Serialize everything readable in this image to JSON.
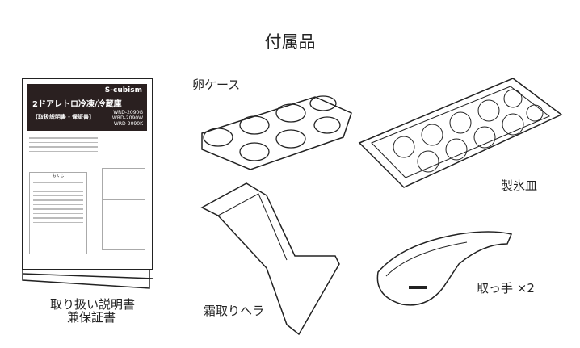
{
  "title": "付属品",
  "items": {
    "manual": {
      "label_line1": "取り扱い説明書",
      "label_line2": "兼保証書",
      "cover": {
        "brand": "S-cubism",
        "product": "2ドアレトロ冷凍/冷蔵庫",
        "subtitle": "【取扱説明書・保証書】",
        "models": [
          "WRD-2090G",
          "WRD-2090W",
          "WRD-2090K"
        ],
        "toc_title": "もくじ"
      }
    },
    "egg_case": {
      "label": "卵ケース"
    },
    "ice_tray": {
      "label": "製氷皿"
    },
    "scraper": {
      "label": "霜取りヘラ"
    },
    "handle": {
      "label": "取っ手 ×2"
    }
  }
}
